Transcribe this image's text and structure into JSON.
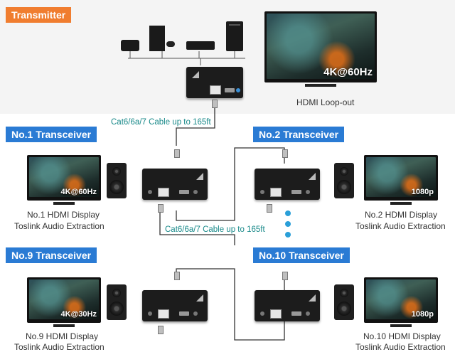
{
  "sections": {
    "transmitter": "Transmitter",
    "no1": "No.1  Transceiver",
    "no2": "No.2  Transceiver",
    "no9": "No.9  Transceiver",
    "no10": "No.10  Transceiver"
  },
  "labels": {
    "loopout": "HDMI Loop-out",
    "cable_top": "Cat6/6a/7 Cable up to 165ft",
    "cable_mid": "Cat6/6a/7 Cable up to 165ft",
    "no1_line1": "No.1 HDMI Display",
    "no1_line2": "Toslink Audio Extraction",
    "no2_line1": "No.2 HDMI Display",
    "no2_line2": "Toslink Audio Extraction",
    "no9_line1": "No.9 HDMI Display",
    "no9_line2": "Toslink Audio Extraction",
    "no10_line1": "No.10 HDMI Display",
    "no10_line2": "Toslink Audio Extraction"
  },
  "resolutions": {
    "main": "4K@60Hz",
    "no1": "4K@60Hz",
    "no2": "1080p",
    "no9": "4K@30Hz",
    "no10": "1080p"
  },
  "colors": {
    "transmitter_label": "#f07d2f",
    "transceiver_label": "#2a7bd4",
    "cable_text": "#1a8a8a",
    "dots": "#2a9fd8"
  },
  "icons": [
    "media-box-icon",
    "game-console-icon",
    "blu-ray-player-icon",
    "pc-tower-icon"
  ]
}
